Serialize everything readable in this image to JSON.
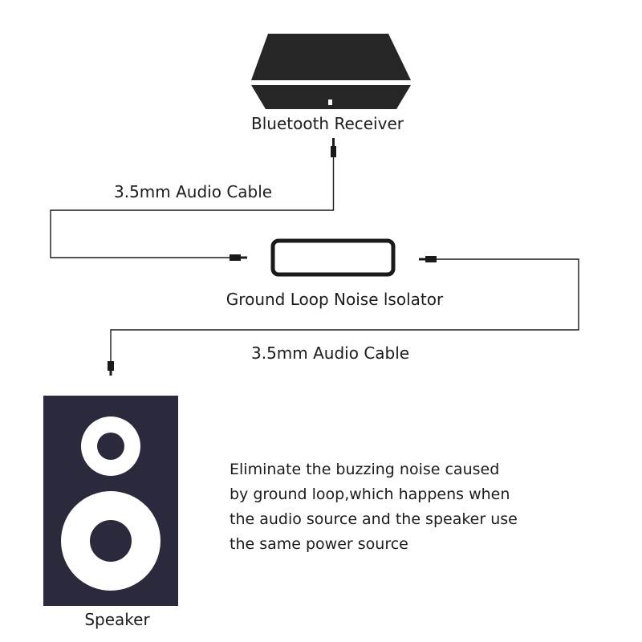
{
  "nodes": {
    "receiver": {
      "label": "Bluetooth Receiver"
    },
    "isolator": {
      "label": "Ground Loop Noise lsolator"
    },
    "speaker": {
      "label": "Speaker"
    }
  },
  "edges": [
    {
      "from": "receiver",
      "to": "isolator",
      "label": "3.5mm Audio Cable"
    },
    {
      "from": "isolator",
      "to": "speaker",
      "label": "3.5mm Audio Cable"
    }
  ],
  "description": {
    "lines": [
      "Eliminate the buzzing noise caused",
      "by ground loop,which happens when",
      "the audio source and the speaker use",
      "the same power source"
    ]
  },
  "colors": {
    "device_fill": "#262626",
    "speaker_fill": "#2b2a3c",
    "line": "#1a1a1a"
  }
}
